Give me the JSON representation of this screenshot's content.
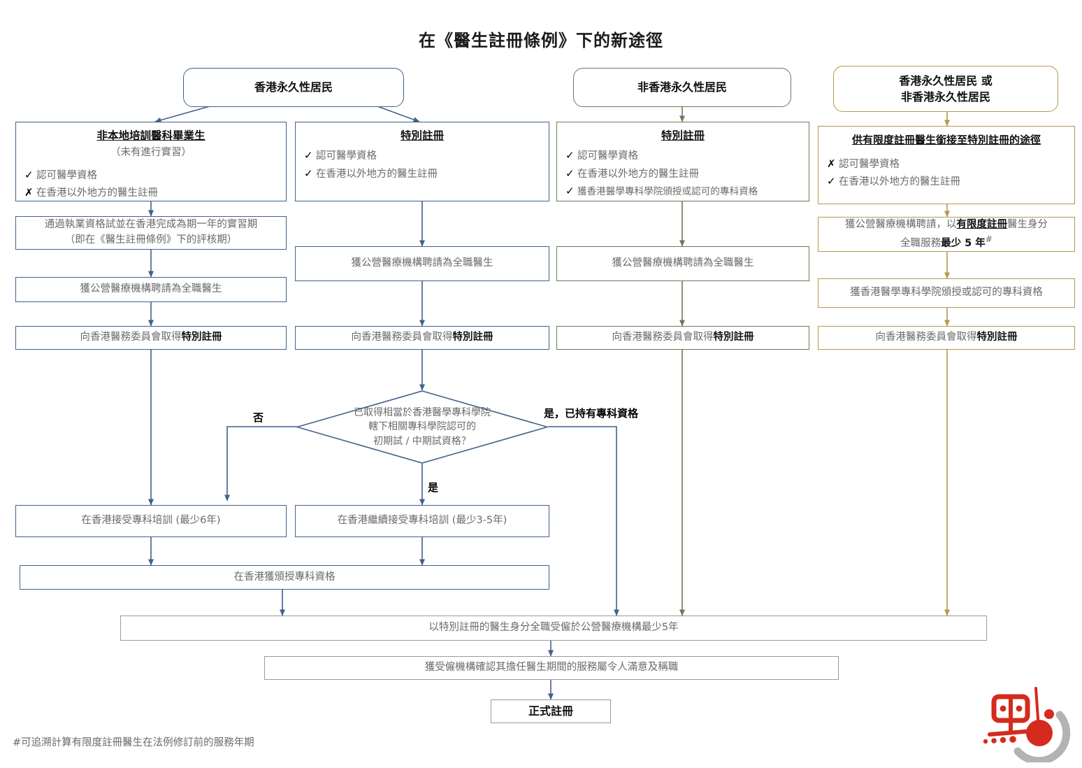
{
  "title": "在《醫生註冊條例》下的新途徑",
  "footnote": "#可追溯計算有限度註冊醫生在法例修訂前的服務年期",
  "colors": {
    "blue": "#41618c",
    "green": "#6c7a55",
    "tan": "#b19a50",
    "gray": "#9a9a9a",
    "logo_red": "#d42b1e",
    "logo_gray": "#b3b3b3"
  },
  "headers": [
    {
      "id": "hk-permanent-resident",
      "label": "香港永久性居民"
    },
    {
      "id": "non-hk-permanent-resident",
      "label": "非香港永久性居民"
    },
    {
      "id": "hk-or-non-hk-permanent-resident",
      "line1": "香港永久性居民 或",
      "line2": "非香港永久性居民"
    }
  ],
  "columns": [
    {
      "id": "col1-non-local-graduate",
      "criteria": {
        "title": "非本地培訓醫科畢業生",
        "subtitle": "（未有進行實習）",
        "items": [
          {
            "mark": "✓",
            "text": "認可醫學資格"
          },
          {
            "mark": "✗",
            "text": "在香港以外地方的醫生註冊"
          }
        ]
      },
      "steps": [
        {
          "id": "col1-step-exam",
          "line1": "通過執業資格試並在香港完成為期一年的實習期",
          "line2": "（即在《醫生註冊條例》下的評核期）"
        },
        {
          "id": "col1-step-employed",
          "line1": "獲公營醫療機構聘請為全職醫生"
        },
        {
          "id": "col1-step-special-reg",
          "pre": "向香港醫務委員會取得",
          "strong": "特別註冊"
        }
      ]
    },
    {
      "id": "col2-special-registration",
      "criteria": {
        "title": "特別註冊",
        "subtitle": "",
        "items": [
          {
            "mark": "✓",
            "text": "認可醫學資格"
          },
          {
            "mark": "✓",
            "text": "在香港以外地方的醫生註冊"
          }
        ]
      },
      "steps": [
        {
          "id": "col2-step-employed",
          "line1": "獲公營醫療機構聘請為全職醫生"
        },
        {
          "id": "col2-step-special-reg",
          "pre": "向香港醫務委員會取得",
          "strong": "特別註冊"
        }
      ]
    },
    {
      "id": "col3-special-registration",
      "criteria": {
        "title": "特別註冊",
        "subtitle": "",
        "items": [
          {
            "mark": "✓",
            "text": "認可醫學資格"
          },
          {
            "mark": "✓",
            "text": "在香港以外地方的醫生註冊"
          },
          {
            "mark": "✓",
            "text": "獲香港醫學專科學院頒授或認可的專科資格"
          }
        ]
      },
      "steps": [
        {
          "id": "col3-step-employed",
          "line1": "獲公營醫療機構聘請為全職醫生"
        },
        {
          "id": "col3-step-special-reg",
          "pre": "向香港醫務委員會取得",
          "strong": "特別註冊"
        }
      ]
    },
    {
      "id": "col4-limited-registration-pathway",
      "criteria": {
        "title": "供有限度註冊醫生銜接至特別註冊的途徑",
        "subtitle": "",
        "items": [
          {
            "mark": "✗",
            "text": "認可醫學資格"
          },
          {
            "mark": "✓",
            "text": "在香港以外地方的醫生註冊"
          }
        ]
      },
      "steps": [
        {
          "id": "col4-step-service",
          "part1": "獲公營醫療機構聘請，以",
          "strong1": "有限度註冊",
          "part2": "醫生身分",
          "line2pre": "全職服務",
          "strong2": "最少 5 年",
          "sup": "#"
        },
        {
          "id": "col4-step-fellowship",
          "line1": "獲香港醫學專科學院頒授或認可的專科資格"
        },
        {
          "id": "col4-step-special-reg",
          "pre": "向香港醫務委員會取得",
          "strong": "特別註冊"
        }
      ]
    }
  ],
  "decision": {
    "id": "decision-intermediate-exam",
    "line1": "已取得相當於香港醫學專科學院",
    "line2": "轄下相關專科學院認可的",
    "line3": "初期試 / 中期試資格？",
    "label_no": "否",
    "label_yes": "是",
    "label_yes_specialist": "是，已持有專科資格"
  },
  "training": [
    {
      "id": "training-6-years",
      "text": "在香港接受專科培訓 (最少6年)"
    },
    {
      "id": "training-3-5-years",
      "text": "在香港繼續接受專科培訓 (最少3-5年)"
    }
  ],
  "bottom": [
    {
      "id": "fellowship-awarded-hk",
      "text": "在香港獲頒授專科資格"
    },
    {
      "id": "full-time-public-5-years",
      "text": "以特別註冊的醫生身分全職受僱於公營醫療機構最少5年"
    },
    {
      "id": "employer-confirmation",
      "text": "獲受僱機構確認其擔任醫生期間的服務屬令人滿意及稱職"
    },
    {
      "id": "full-registration",
      "text": "正式註冊"
    }
  ]
}
